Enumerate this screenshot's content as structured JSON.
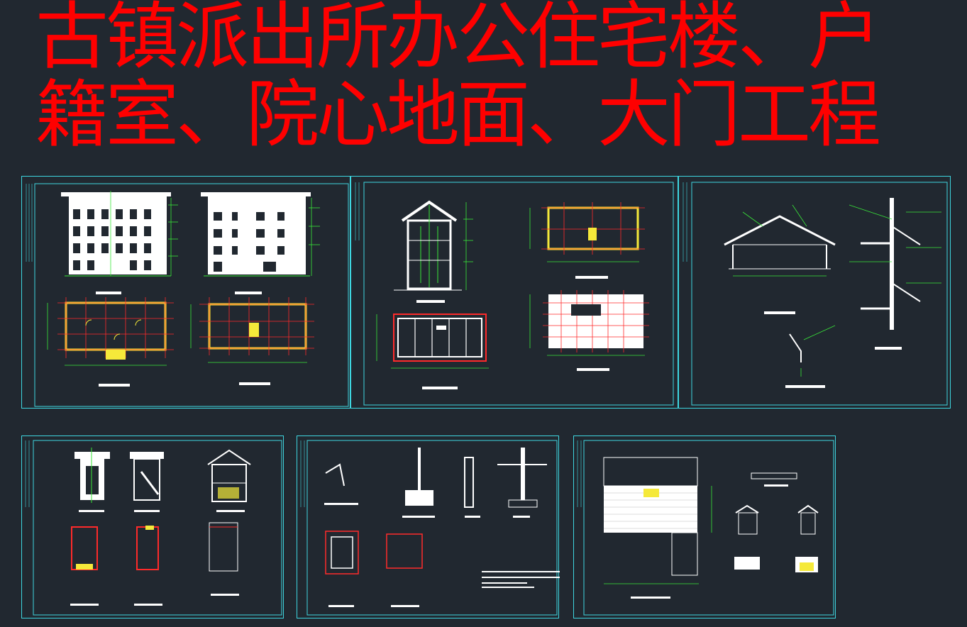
{
  "title": {
    "line1": "古镇派出所办公住宅楼、户",
    "line2": "籍室、院心地面、大门工程"
  },
  "colors": {
    "background": "#212830",
    "title": "#ff0000",
    "sheet_border": "#3ed6e0",
    "cad_white": "#ffffff",
    "cad_green": "#39e639",
    "cad_red": "#ff2a2a",
    "cad_yellow": "#f5e93a"
  },
  "sheets": [
    {
      "id": "office-building",
      "content": "elevations-and-floor-plans"
    },
    {
      "id": "records-room",
      "content": "section-and-plans"
    },
    {
      "id": "roof-details",
      "content": "roof-and-wall-details"
    },
    {
      "id": "gate-guardhouse",
      "content": "elevations-and-plans"
    },
    {
      "id": "gate-details",
      "content": "foundation-and-column-details"
    },
    {
      "id": "courtyard-ground",
      "content": "site-plan-and-gate-details"
    }
  ]
}
